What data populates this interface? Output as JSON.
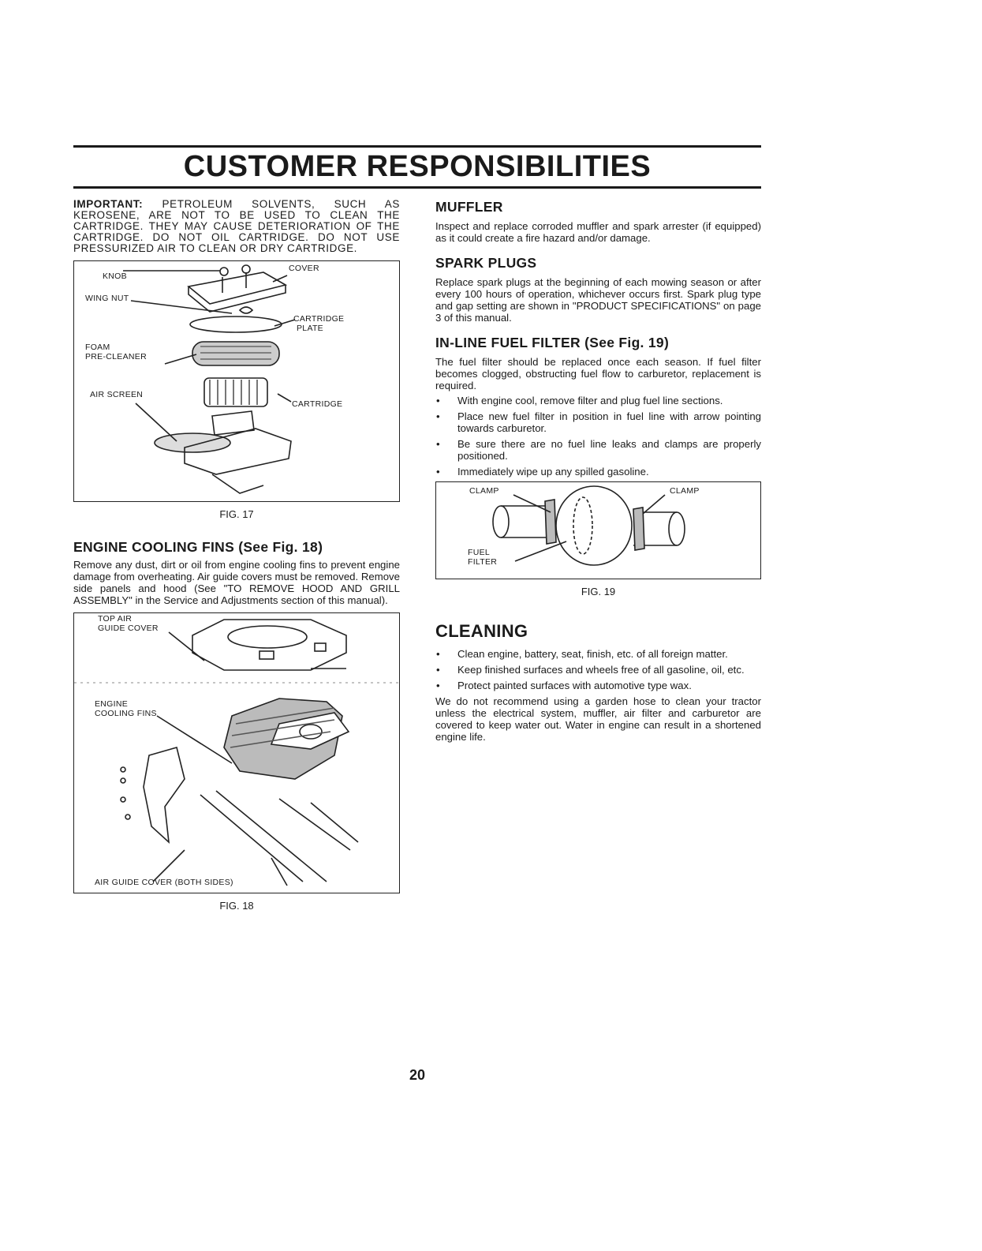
{
  "page": {
    "title": "CUSTOMER RESPONSIBILITIES",
    "page_number": "20"
  },
  "left": {
    "important_lead": "IMPORTANT:",
    "important_text": "PETROLEUM SOLVENTS, SUCH AS KEROSENE, ARE NOT TO BE USED TO CLEAN THE CARTRIDGE. THEY MAY CAUSE DETERIORATION OF THE CARTRIDGE. DO NOT OIL CARTRIDGE. DO NOT USE PRESSURIZED AIR TO CLEAN OR DRY CARTRIDGE.",
    "fig17": {
      "caption": "FIG. 17",
      "labels": {
        "knob": "KNOB",
        "cover": "COVER",
        "wing_nut": "WING NUT",
        "cartridge_plate_1": "CARTRIDGE",
        "cartridge_plate_2": "PLATE",
        "foam_1": "FOAM",
        "foam_2": "PRE-CLEANER",
        "air_screen": "AIR SCREEN",
        "cartridge": "CARTRIDGE"
      }
    },
    "cooling_heading": "ENGINE COOLING FINS (See Fig. 18)",
    "cooling_text": "Remove any dust, dirt or oil from engine cooling fins to prevent engine damage from overheating. Air guide covers must be removed. Remove side panels and hood (See \"TO REMOVE HOOD AND GRILL ASSEMBLY\" in the Service and Adjustments section of this manual).",
    "fig18": {
      "caption": "FIG. 18",
      "labels": {
        "top_air_1": "TOP AIR",
        "top_air_2": "GUIDE COVER",
        "engine_1": "ENGINE",
        "engine_2": "COOLING FINS",
        "air_guide": "AIR GUIDE COVER (BOTH SIDES)"
      }
    }
  },
  "right": {
    "muffler_heading": "MUFFLER",
    "muffler_text": "Inspect and replace corroded muffler and spark arrester (if equipped) as it could create a fire hazard and/or damage.",
    "spark_heading": "SPARK PLUGS",
    "spark_text": "Replace spark plugs at the beginning of each mowing season or after every 100 hours of operation, whichever occurs first. Spark plug type and gap setting are shown in \"PRODUCT SPECIFICATIONS\" on page 3 of this manual.",
    "fuel_heading": "IN-LINE FUEL FILTER (See Fig. 19)",
    "fuel_text": "The fuel filter should be replaced once each season. If fuel filter becomes clogged, obstructing fuel flow to carburetor, replacement is required.",
    "fuel_bullets": [
      "With engine cool, remove filter and plug fuel line sections.",
      "Place new fuel filter in position in fuel line with arrow pointing towards carburetor.",
      "Be sure there are no fuel line leaks and clamps are properly positioned.",
      "Immediately wipe up any spilled gasoline."
    ],
    "fig19": {
      "caption": "FIG. 19",
      "labels": {
        "clamp_left": "CLAMP",
        "clamp_right": "CLAMP",
        "fuel_1": "FUEL",
        "fuel_2": "FILTER"
      }
    },
    "cleaning_heading": "CLEANING",
    "cleaning_bullets": [
      "Clean engine, battery, seat, finish, etc. of all foreign matter.",
      "Keep finished surfaces and wheels free of all gasoline, oil, etc.",
      "Protect painted surfaces with automotive type wax."
    ],
    "cleaning_text": "We do not recommend using a garden hose to clean your tractor unless the electrical system, muffler, air filter and carburetor are covered to keep water out. Water in engine can result in a shortened engine life."
  }
}
